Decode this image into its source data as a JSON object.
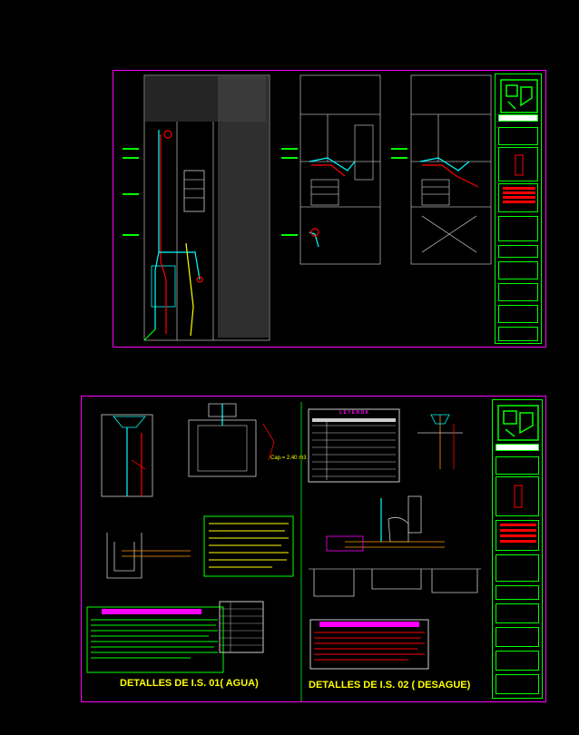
{
  "colors": {
    "sheet_border": "#ff00ff",
    "title_block": "#00ff00",
    "title_text": "#ffff00",
    "water_pipe": "#00ffff",
    "hot_pipe": "#ff0000",
    "background": "#000000"
  },
  "sheet_top": {
    "drawing_type": "floor-plans-water-supply",
    "plans": [
      "ground-floor",
      "first-floor",
      "second-floor"
    ]
  },
  "sheet_bottom": {
    "title_water": "DETALLES DE I.S. 01( AGUA)",
    "title_drain": "DETALLES DE I.S. 02 ( DESAGUE)",
    "legend_title": "L E Y E N D A",
    "detail_label": "Cap.= 2.40 m3"
  },
  "icons": [
    "company-logo-icon",
    "north-arrow-icon"
  ]
}
